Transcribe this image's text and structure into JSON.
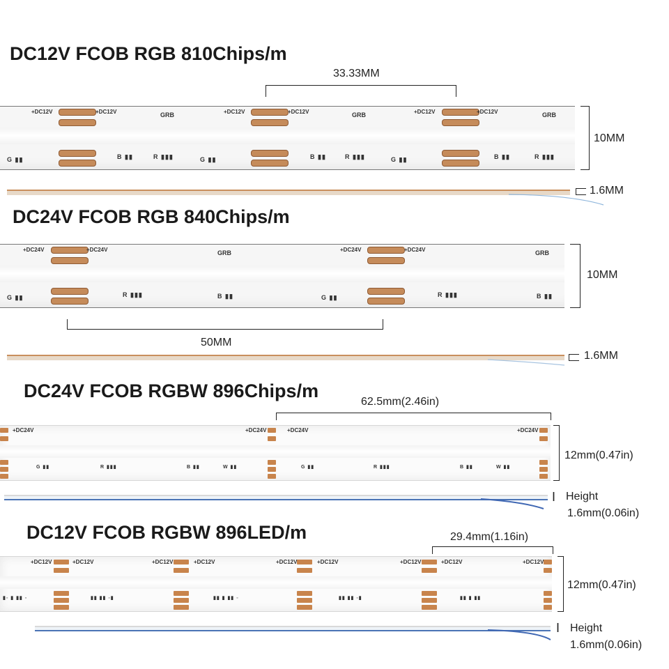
{
  "sections": [
    {
      "title": "DC12V FCOB RGB 810Chips/m",
      "pitch": "33.33MM",
      "width": "10MM",
      "height": "1.6MM",
      "pad_labels": {
        "plus": "+DC12V",
        "b": "B",
        "r": "R",
        "g": "G"
      },
      "grb": "GRB",
      "chip_labels": [
        "G",
        "B",
        "R"
      ]
    },
    {
      "title": "DC24V FCOB RGB 840Chips/m",
      "pitch": "50MM",
      "width": "10MM",
      "height": "1.6MM",
      "pad_labels": {
        "plus": "+DC24V",
        "b": "B",
        "r": "R",
        "g": "G"
      },
      "grb": "GRB",
      "chip_labels": [
        "G",
        "R",
        "B"
      ]
    },
    {
      "title": "DC24V FCOB RGBW 896Chips/m",
      "pitch": "62.5mm(2.46in)",
      "width": "12mm(0.47in)",
      "height_label": "Height",
      "height": "1.6mm(0.06in)",
      "pad_labels": {
        "plus": "+DC24V",
        "g": "G",
        "r": "R",
        "b": "B",
        "w": "W"
      },
      "chip_labels": [
        "G",
        "R",
        "B",
        "W"
      ]
    },
    {
      "title": "DC12V FCOB RGBW 896LED/m",
      "pitch": "29.4mm(1.16in)",
      "width": "12mm(0.47in)",
      "height_label": "Height",
      "height": "1.6mm(0.06in)",
      "pad_labels": {
        "plus": "+DC12V",
        "g": "G",
        "r": "R",
        "b": "B",
        "w": "W"
      }
    }
  ]
}
